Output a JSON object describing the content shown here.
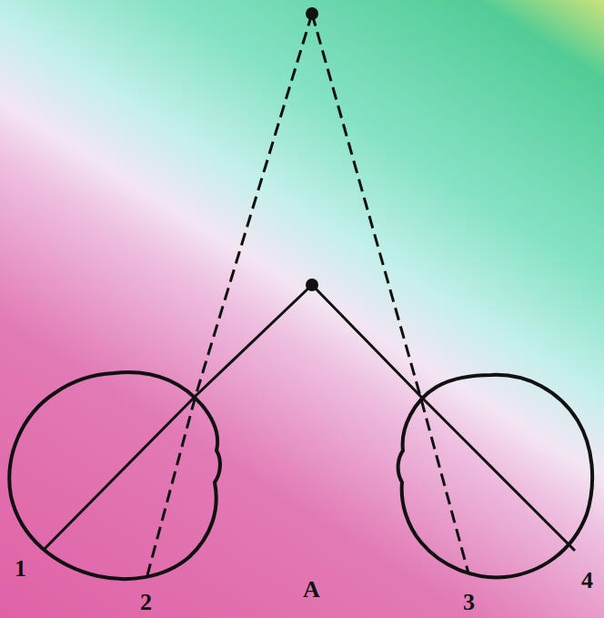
{
  "diagram": {
    "labels": [
      "1",
      "2",
      "A",
      "3",
      "4"
    ]
  }
}
